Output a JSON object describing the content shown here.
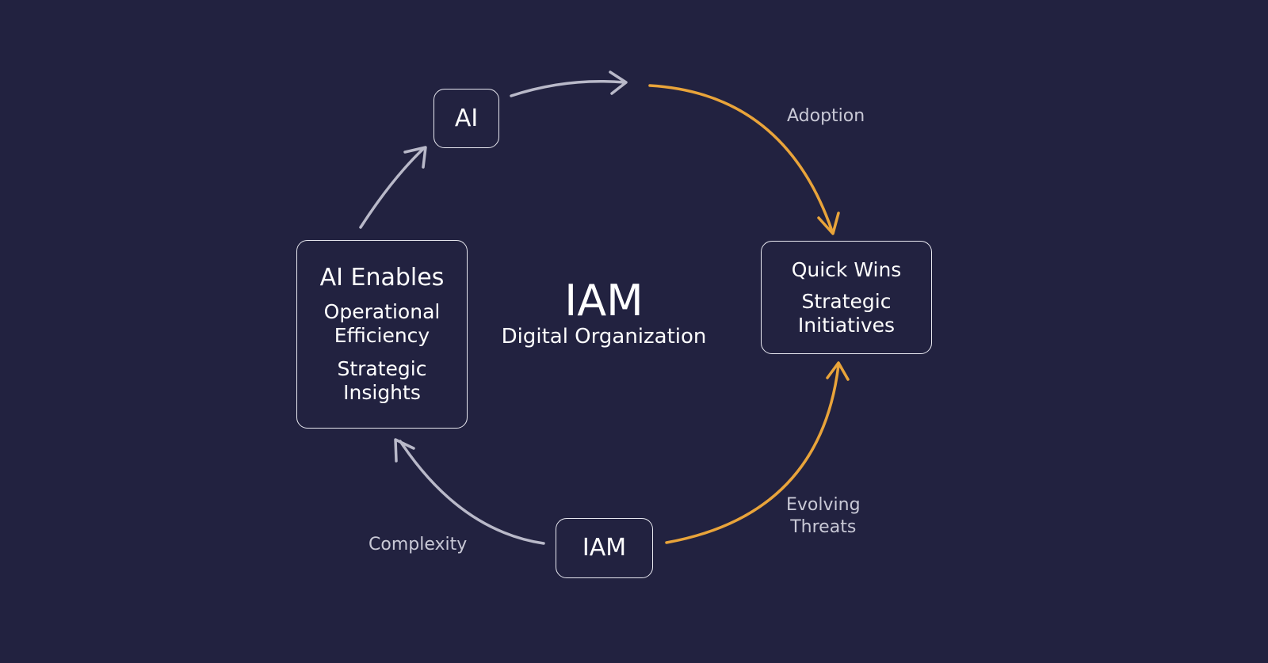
{
  "colors": {
    "background": "#222240",
    "box_border": "#e8e8f0",
    "text": "#ffffff",
    "label": "#c9c9d6",
    "arrow_gray": "#b9b9c9",
    "arrow_orange": "#e9a43a"
  },
  "center": {
    "title": "IAM",
    "subtitle": "Digital Organization"
  },
  "nodes": {
    "ai": {
      "label": "AI"
    },
    "iam": {
      "label": "IAM"
    },
    "ai_enables": {
      "title": "AI Enables",
      "item1_line1": "Operational",
      "item1_line2": "Efficiency",
      "item2_line1": "Strategic",
      "item2_line2": "Insights"
    },
    "quick_wins": {
      "title": "Quick Wins",
      "item_line1": "Strategic",
      "item_line2": "Initiatives"
    }
  },
  "edges": {
    "adoption": "Adoption",
    "complexity": "Complexity",
    "evolving_threats_line1": "Evolving",
    "evolving_threats_line2": "Threats"
  }
}
